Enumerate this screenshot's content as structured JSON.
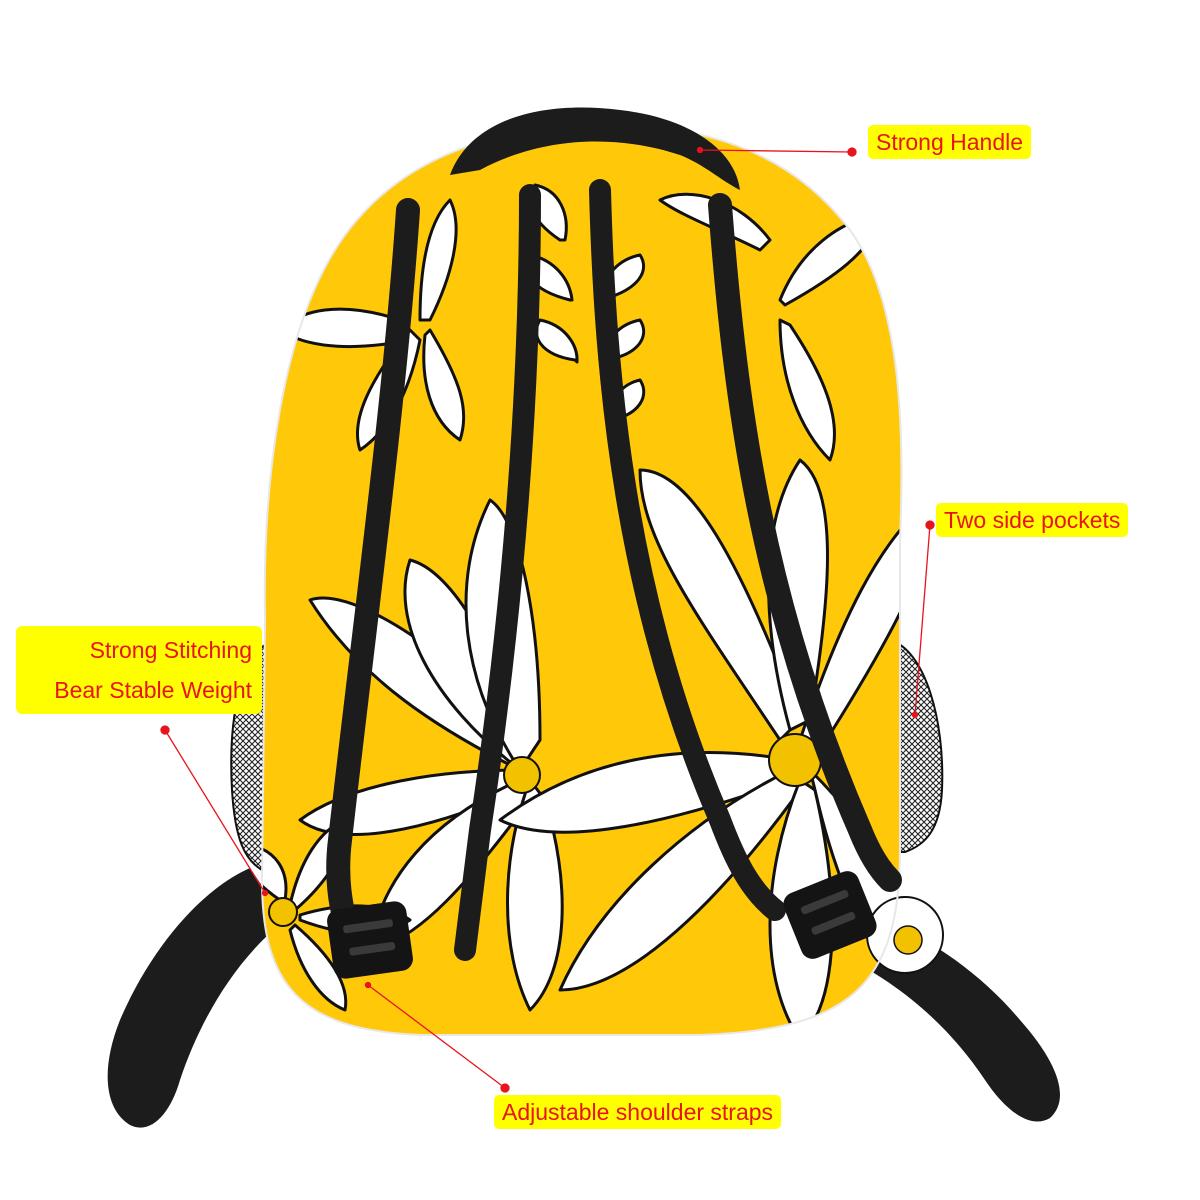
{
  "callouts": {
    "handle": "Strong Handle",
    "side_pockets": "Two side pockets",
    "stitching_line1": "Strong Stitching",
    "stitching_line2": "Bear Stable Weight",
    "shoulder_straps": "Adjustable shoulder straps"
  },
  "colors": {
    "callout_background": "#ffff00",
    "callout_text": "#e8141b",
    "pointer_line": "#e8141b",
    "bag_yellow": "#ffc90a",
    "flower_white": "#ffffff",
    "outline_black": "#111111",
    "strap_black": "#1c1c1c",
    "flower_center": "#f2c200"
  }
}
